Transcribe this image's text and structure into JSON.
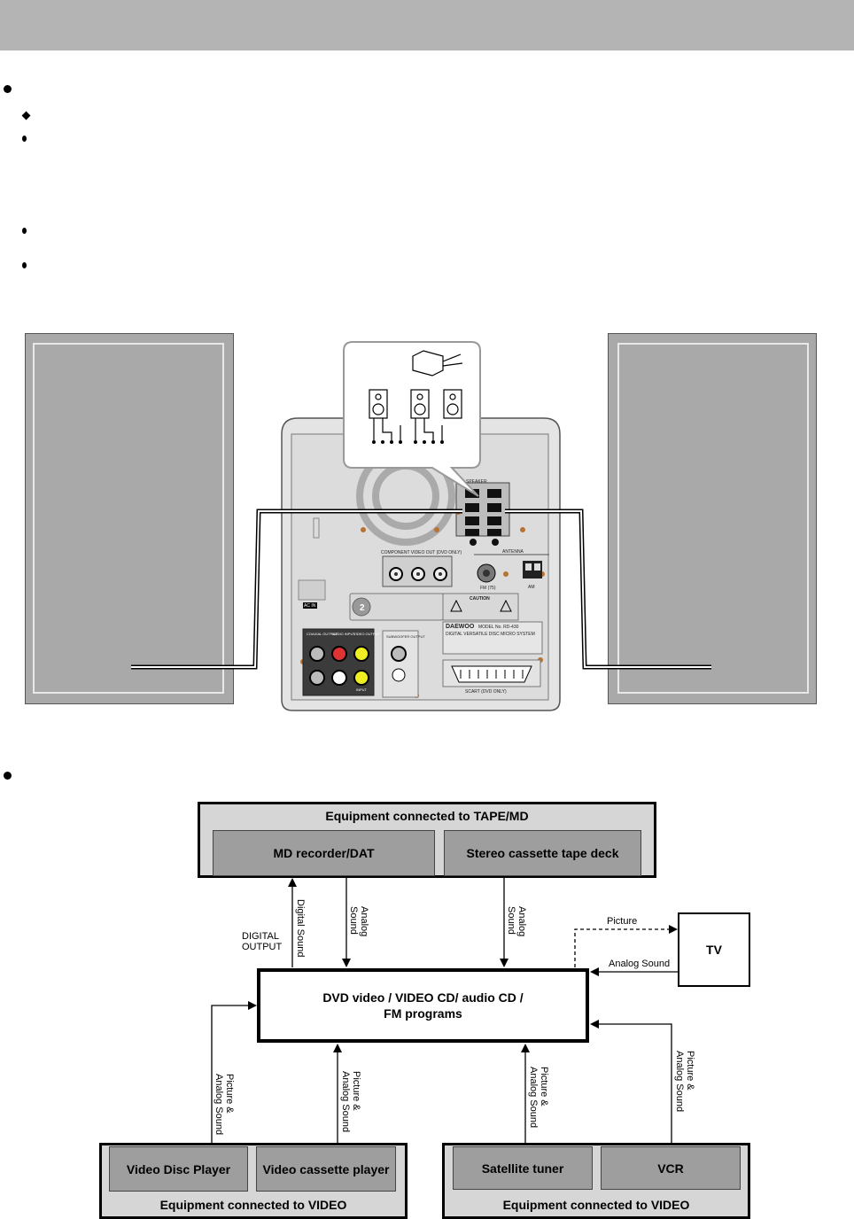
{
  "diagram": {
    "tape_md_group": "Equipment connected to TAPE/MD",
    "md_recorder": "MD recorder/DAT",
    "cassette_deck": "Stereo cassette tape deck",
    "main_unit_line1": "DVD video / VIDEO CD/ audio CD /",
    "main_unit_line2": "FM programs",
    "tv": "TV",
    "video_group_left": "Equipment connected to VIDEO",
    "video_group_right": "Equipment connected to VIDEO",
    "video_disc_player": "Video Disc Player",
    "video_cassette_player": "Video cassette player",
    "satellite_tuner": "Satellite tuner",
    "vcr": "VCR",
    "digital_output": "DIGITAL\nOUTPUT",
    "digital_sound": "Digital Sound",
    "analog_sound_1": "Analog\nSound",
    "analog_sound_2": "Analog\nSound",
    "picture": "Picture",
    "analog_sound_tv": "Analog Sound",
    "picture_analog_1": "Picture &\nAnalog Sound",
    "picture_analog_2": "Picture &\nAnalog Sound",
    "picture_analog_3": "Picture &\nAnalog Sound",
    "picture_analog_4": "Picture &\nAnalog Sound"
  },
  "rear_panel": {
    "speaker": "SPEAKER",
    "component_out": "COMPONENT VIDEO OUT (DVD ONLY)",
    "antenna": "ANTENNA",
    "fm": "FM (75)",
    "am": "AM",
    "scart": "SCART (DVD ONLY)",
    "brand": "DAEWOO",
    "model": "MODEL No. RD-430",
    "system": "DIGITAL VERSATILE DISC MICRO SYSTEM",
    "caution": "CAUTION",
    "coaxial": "COAXIAL OUTPUT",
    "audio_input": "AUDIO INPUT",
    "video_output": "VIDEO OUTPUT",
    "subwoofer": "SUBWOOFER OUTPUT",
    "input": "INPUT",
    "ac_in": "AC IN"
  },
  "colors": {
    "header": "#b4b4b4",
    "speaker": "#a9a9a9",
    "group": "#d6d6d6",
    "inner": "#9e9e9e"
  }
}
